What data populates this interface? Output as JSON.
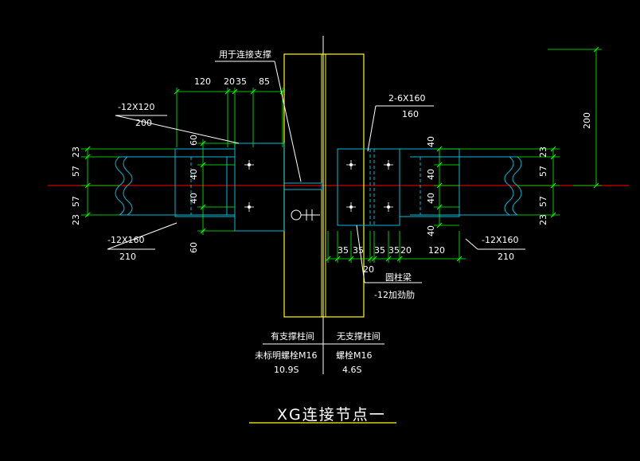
{
  "colors": {
    "background": "#000000",
    "steel": "#00bcd4",
    "column_edge": "#ffff00",
    "dimension": "#00ff00",
    "centerline": "#ff0000",
    "text": "#ffffff",
    "bolt": "#ffffff",
    "leader": "#ffffff"
  },
  "drawing": {
    "title": "XG连接节点一",
    "top_dims": [
      "120",
      "20",
      "35",
      "85"
    ],
    "brace_note": "用于连接支撑",
    "plate_left_top": {
      "line1": "-12X120",
      "line2": "200"
    },
    "plate_right_top": {
      "line1": "2-6X160",
      "line2": "160"
    },
    "plate_left_bottom": {
      "line1": "-12X160",
      "line2": "210"
    },
    "plate_right_bottom": {
      "line1": "-12X160",
      "line2": "210"
    },
    "left_vertical_dims": [
      "23",
      "57",
      "57",
      "23"
    ],
    "right_vertical_dims": [
      "23",
      "57",
      "57",
      "23"
    ],
    "left_plate_vdims": [
      "60",
      "40",
      "40",
      "60"
    ],
    "right_plate_vdims": [
      "40",
      "40",
      "40",
      "40"
    ],
    "right_height_dim": "200",
    "bottom_dims": [
      "35",
      "35",
      "35",
      "35",
      "20",
      "120"
    ],
    "bottom_dim_20": "20",
    "stiffener_note": {
      "line1": "圆柱梁",
      "line2": "-12加劲肋"
    },
    "legend": {
      "left_head": "有支撑柱间",
      "left_body1": "未标明螺栓M16",
      "left_body2": "10.9S",
      "right_head": "无支撑柱间",
      "right_body1": "螺栓M16",
      "right_body2": "4.6S"
    }
  }
}
